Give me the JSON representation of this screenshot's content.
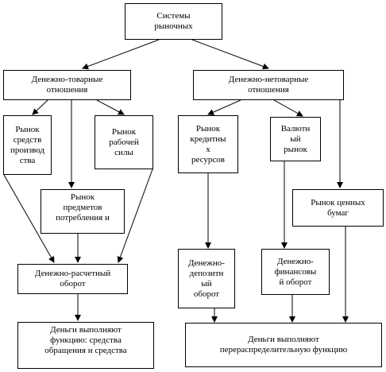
{
  "nodes": {
    "market_systems": "Системы\nрыночных",
    "money_commodity": "Денежно-товарные\nотношения",
    "money_noncommodity": "Денежно-нетоварные\nотношения",
    "means_of_production_market": "Рынок\nсредств\nпроизвод\nства",
    "labor_market": "Рынок\nрабочей\nсилы",
    "consumer_goods_market": "Рынок\nпредметов\nпотребления и",
    "credit_resources_market": "Рынок\nкредитны\nх\nресурсов",
    "currency_market": "Валютн\nый\nрынок",
    "securities_market": "Рынок ценных\nбумаг",
    "money_settlement_turnover": "Денежно-расчетный\nоборот",
    "money_deposit_turnover": "Денежно-\nдепозитн\nый\nоборот",
    "money_financial_turnover": "Денежно-\nфинансовы\nй оборот",
    "money_function_circulation": "Деньги выполняют\nфункцию: средства\nобращения и средства",
    "money_function_redistribution": "Деньги выполняют\nперераспределительную функцию"
  }
}
